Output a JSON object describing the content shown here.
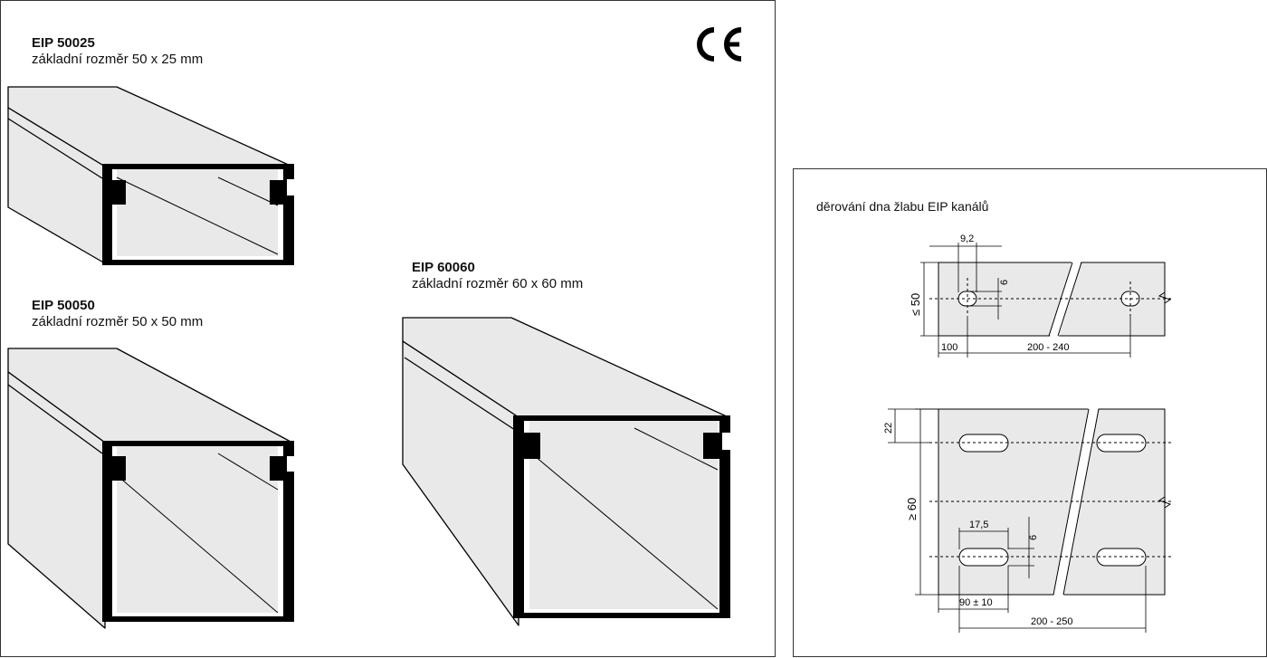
{
  "products": [
    {
      "model": "EIP 50025",
      "size": "základní rozměr 50 x 25 mm"
    },
    {
      "model": "EIP 50050",
      "size": "základní rozměr 50 x 50 mm"
    },
    {
      "model": "EIP 60060",
      "size": "základní rozměr 60 x 60 mm"
    }
  ],
  "certification_mark": "CE",
  "drilling": {
    "title": "děrování dna žlabu EIP  kanálů",
    "top": {
      "hole_pitch_x": "9,2",
      "hole_h": "6",
      "width": "≤ 50",
      "edge": "100",
      "spacing": "200 - 240"
    },
    "bottom": {
      "offset": "22",
      "width": "≥ 60",
      "hole_len": "17,5",
      "hole_h": "6",
      "edge": "90 ± 10",
      "spacing": "200 - 250"
    }
  },
  "colors": {
    "fill": "#e9e9e9",
    "stroke": "#000000",
    "border": "#333333"
  }
}
